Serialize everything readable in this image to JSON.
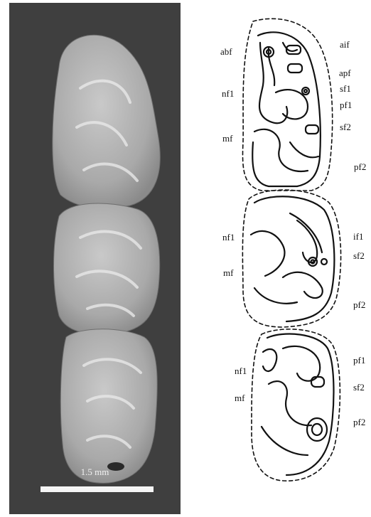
{
  "photo": {
    "scale_label": "1.5 mm"
  },
  "drawing": {
    "molar1": {
      "left_labels": [
        "abf",
        "nf1",
        "mf"
      ],
      "right_labels": [
        "aif",
        "apf",
        "sf1",
        "pf1",
        "sf2",
        "pf2"
      ]
    },
    "molar2": {
      "left_labels": [
        "nf1",
        "mf"
      ],
      "right_labels": [
        "if1",
        "sf2",
        "pf2"
      ]
    },
    "molar3": {
      "left_labels": [
        "nf1",
        "mf"
      ],
      "right_labels": [
        "pf1",
        "sf2",
        "pf2"
      ]
    }
  }
}
